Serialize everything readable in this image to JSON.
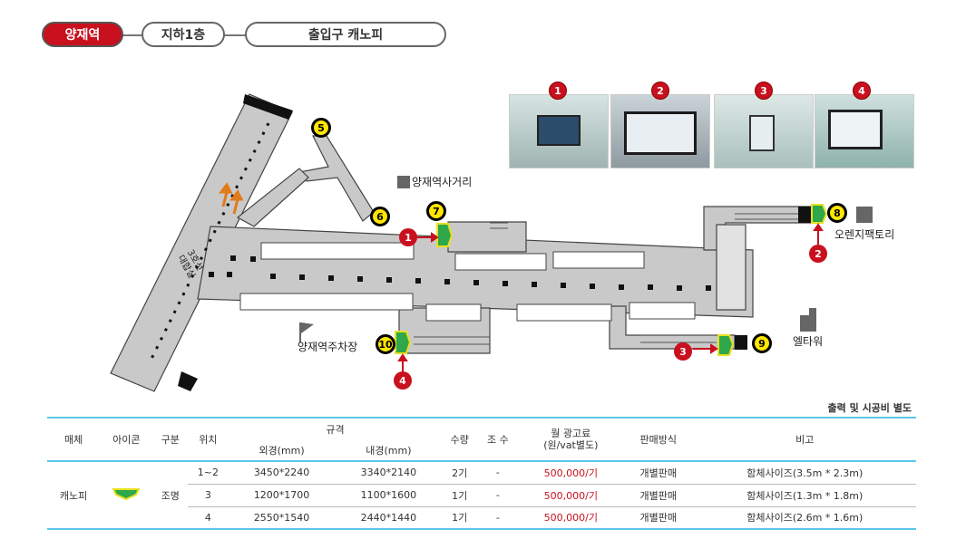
{
  "breadcrumb": {
    "station": "양재역",
    "floor": "지하1층",
    "title": "출입구 캐노피"
  },
  "photos": [
    {
      "num": "1"
    },
    {
      "num": "2"
    },
    {
      "num": "3"
    },
    {
      "num": "4"
    }
  ],
  "map": {
    "labels": {
      "crossroad": "양재역사거리",
      "parking": "양재역주차장",
      "orange": "오렌지팩토리",
      "eltower": "엘타워",
      "line3": "3호선\n대합실"
    },
    "exits": [
      "5",
      "6",
      "7",
      "8",
      "9",
      "10"
    ],
    "markers": [
      "1",
      "2",
      "3",
      "4"
    ]
  },
  "note": "출력 및 시공비 별도",
  "table": {
    "headers": {
      "media": "매체",
      "icon": "아이콘",
      "type": "구분",
      "position": "위치",
      "spec": "규격",
      "outer": "외경(mm)",
      "inner": "내경(mm)",
      "qty": "수량",
      "sheets": "조 수",
      "fee": "월 광고료\n(원/vat별도)",
      "sales": "판매방식",
      "remark": "비고"
    },
    "media": "캐노피",
    "type": "조명",
    "rows": [
      {
        "position": "1~2",
        "outer": "3450*2240",
        "inner": "3340*2140",
        "qty": "2기",
        "sheets": "-",
        "fee": "500,000/기",
        "sales": "개별판매",
        "remark": "함체사이즈(3.5m * 2.3m)"
      },
      {
        "position": "3",
        "outer": "1200*1700",
        "inner": "1100*1600",
        "qty": "1기",
        "sheets": "-",
        "fee": "500,000/기",
        "sales": "개별판매",
        "remark": "함체사이즈(1.3m * 1.8m)"
      },
      {
        "position": "4",
        "outer": "2550*1540",
        "inner": "2440*1440",
        "qty": "1기",
        "sheets": "-",
        "fee": "500,000/기",
        "sales": "개별판매",
        "remark": "함체사이즈(2.6m * 1.6m)"
      }
    ]
  },
  "colors": {
    "brand": "#c8101e",
    "accent": "#5ac8e8",
    "exit": "#ffe600",
    "canopy": "#2ea84a"
  }
}
